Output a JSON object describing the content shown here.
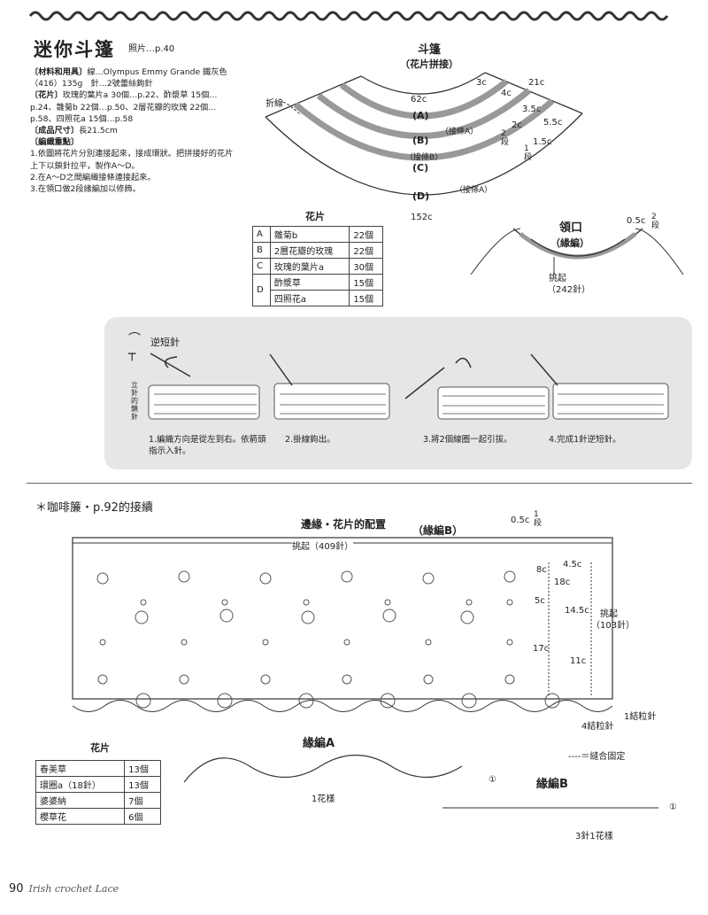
{
  "cape": {
    "title": "迷你斗篷",
    "ref": "照片…p.40",
    "materials": [
      {
        "key": "〔材料和用具〕",
        "text": "線…Olympus Emmy Grande 鐵灰色（416）135g　針…2號蕾絲鉤針"
      },
      {
        "key": "〔花片〕",
        "text": "玫瑰的葉片a 30個…p.22、酢漿草 15個…p.24、雛菊b 22個…p.50、2層花瓣的玫瑰 22個…p.58、四照花a 15個…p.58"
      },
      {
        "key": "〔成品尺寸〕",
        "text": "長21.5cm"
      },
      {
        "key": "〔編織重點〕",
        "text": ""
      }
    ],
    "points": [
      "1.依圖將花片分別連接起來，接成環狀。把拼接好的花片上下以鎖針拉平，製作A～D。",
      "2.在A～D之間編織接條連接起來。",
      "3.在領口做2段緣編加以修飾。"
    ]
  },
  "diagram": {
    "title": "斗篷",
    "subtitle": "（花片拼接）",
    "fold": "折線",
    "rows": [
      "(A)",
      "(B)",
      "(C)",
      "(D)"
    ],
    "joins": [
      "（接條A）",
      "（接條B）",
      "（接條A）"
    ],
    "dims": {
      "top": "62c",
      "bottom": "152c",
      "d3": "3c",
      "d4": "4c",
      "d21": "21c",
      "d35": "3.5c",
      "d55": "5.5c",
      "d2": "2c",
      "d2row": "2段",
      "d15": "1.5c",
      "d1row": "1段"
    }
  },
  "motif_table": {
    "title": "花片",
    "rows": [
      {
        "k": "A",
        "name": "雛菊b",
        "n": "22個"
      },
      {
        "k": "B",
        "name": "2層花瓣的玫瑰",
        "n": "22個"
      },
      {
        "k": "C",
        "name": "玫瑰的葉片a",
        "n": "30個"
      },
      {
        "k": "D",
        "name": "酢漿草",
        "n": "15個"
      },
      {
        "k": "",
        "name": "四照花a",
        "n": "15個"
      }
    ]
  },
  "collar": {
    "title": "領口",
    "sub": "（緣編）",
    "dim": "0.5c",
    "rows": "2段",
    "pick": "挑起",
    "count": "（242針）"
  },
  "reverse_sc": {
    "title": "逆短針",
    "side": "立針的鎖針",
    "steps": [
      "1.編織方向是從左到右。依箭頭指示入針。",
      "2.掛線鉤出。",
      "3.將2個線圈一起引拔。",
      "4.完成1針逆短針。"
    ]
  },
  "curtain": {
    "heading": "＊咖啡簾・p.92的接續",
    "layout_title": "邊緣・花片的配置",
    "edge_b": "（緣編B）",
    "top_dim": "0.5c",
    "top_row": "1段",
    "pick": "挑起（409針）",
    "dims": {
      "d8": "8c",
      "d45": "4.5c",
      "d18": "18c",
      "d5": "5c",
      "d145": "14.5c",
      "pickup": "挑起",
      "pickup_n": "（103針）",
      "d17": "17c",
      "d11": "11c"
    },
    "pic1": "1結粒針",
    "pic4": "4結粒針",
    "legend_line": "----＝縫合固定",
    "table_title": "花片",
    "table": [
      {
        "name": "春美草",
        "n": "13個"
      },
      {
        "name": "環圈a（18針）",
        "n": "13個"
      },
      {
        "name": "婆婆納",
        "n": "7個"
      },
      {
        "name": "櫻草花",
        "n": "6個"
      }
    ],
    "edge_a_title": "緣編A",
    "edge_a_repeat": "1花樣",
    "edge_b_title": "緣編B",
    "edge_b_repeat": "3針1花樣",
    "start": "①"
  },
  "footer": {
    "page": "90",
    "book": "Irish crochet Lace"
  }
}
